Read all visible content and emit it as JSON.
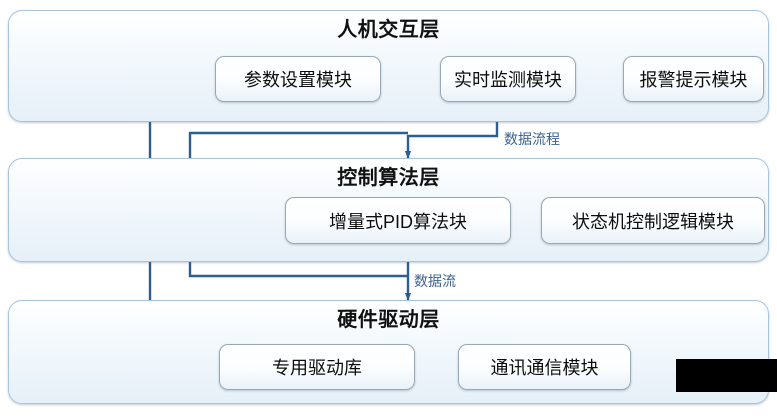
{
  "diagram": {
    "title_semantic": "three-layer-control-system-architecture",
    "layers": [
      {
        "id": "hmi",
        "title": "人机交互层",
        "modules": [
          {
            "id": "param-setting",
            "label": "参数设置模块"
          },
          {
            "id": "realtime-monitor",
            "label": "实时监测模块"
          },
          {
            "id": "alarm-prompt",
            "label": "报警提示模块"
          }
        ]
      },
      {
        "id": "control-algorithm",
        "title": "控制算法层",
        "modules": [
          {
            "id": "incremental-pid",
            "label": "增量式PID算法块"
          },
          {
            "id": "state-machine-logic",
            "label": "状态机控制逻辑模块"
          }
        ]
      },
      {
        "id": "hardware-driver",
        "title": "硬件驱动层",
        "modules": [
          {
            "id": "dedicated-driver-lib",
            "label": "专用驱动库"
          },
          {
            "id": "comm-module",
            "label": "通讯通信模块"
          }
        ]
      }
    ],
    "flow_labels": [
      {
        "id": "data-flow-process",
        "text": "数据流程"
      },
      {
        "id": "data-flow",
        "text": "数据流"
      }
    ],
    "colors": {
      "panel_border": "#a8c4dd",
      "panel_fill_top": "#ffffff",
      "panel_fill_bottom": "#e6f0f8",
      "module_border": "#9aa8b5",
      "arrow_dark": "#2e5e8e",
      "arrow_light": "#8fb4d4",
      "label_text": "#3c6490",
      "title_text": "#111111",
      "redaction": "#000000"
    }
  }
}
